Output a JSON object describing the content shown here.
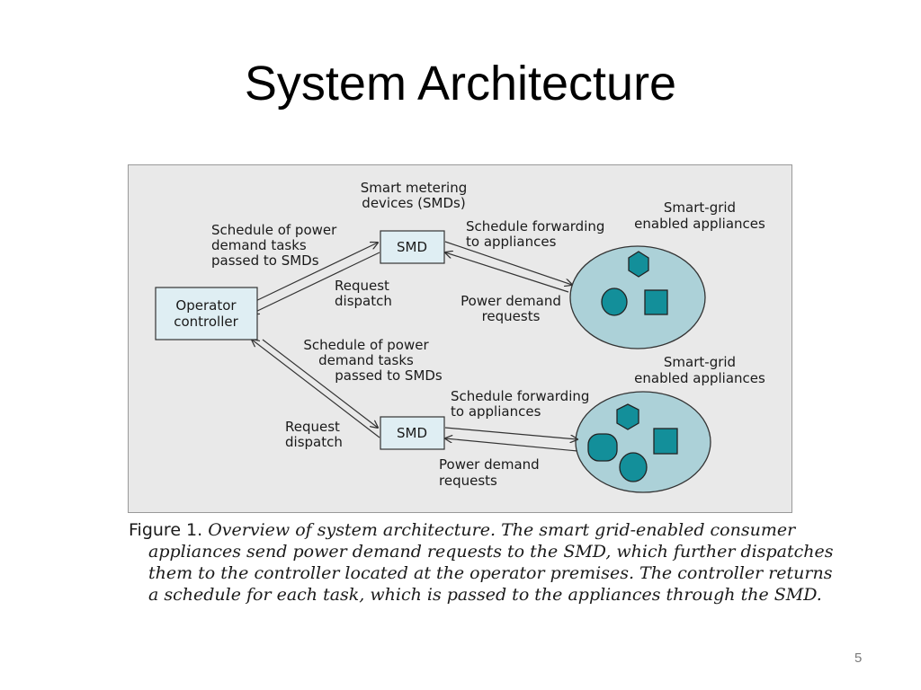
{
  "slide": {
    "title": "System Architecture",
    "page_number": "5"
  },
  "diagram": {
    "smd_group_label": [
      "Smart metering",
      "devices (SMDs)"
    ],
    "operator_controller": [
      "Operator",
      "controller"
    ],
    "smd_top": "SMD",
    "smd_bottom": "SMD",
    "appliances_top_label": [
      "Smart-grid",
      "enabled appliances"
    ],
    "appliances_bottom_label": [
      "Smart-grid",
      "enabled appliances"
    ],
    "schedule_top": [
      "Schedule of power",
      "demand tasks",
      "passed to SMDs"
    ],
    "request_top": [
      "Request",
      "dispatch"
    ],
    "forwarding_top": [
      "Schedule forwarding",
      "to appliances"
    ],
    "power_top": [
      "Power demand",
      "requests"
    ],
    "schedule_bottom": [
      "Schedule of power",
      "demand tasks",
      "passed to SMDs"
    ],
    "request_bottom": [
      "Request",
      "dispatch"
    ],
    "forwarding_bottom": [
      "Schedule forwarding",
      "to appliances"
    ],
    "power_bottom": [
      "Power demand",
      "requests"
    ],
    "colors": {
      "panel_fill": "#e9e9e9",
      "box_fill": "#dfeef3",
      "ellipse_fill": "#acd1d8",
      "shape_fill": "#138f9a",
      "stroke": "#333333"
    }
  },
  "caption": {
    "figure_label": "Figure 1.",
    "lines": [
      "Overview of system architecture. The smart grid-enabled consumer",
      "appliances send power demand requests to the SMD, which further dispatches",
      "them to the controller located at the operator premises. The controller returns",
      "a schedule for each task, which is passed to the appliances through the SMD."
    ]
  }
}
